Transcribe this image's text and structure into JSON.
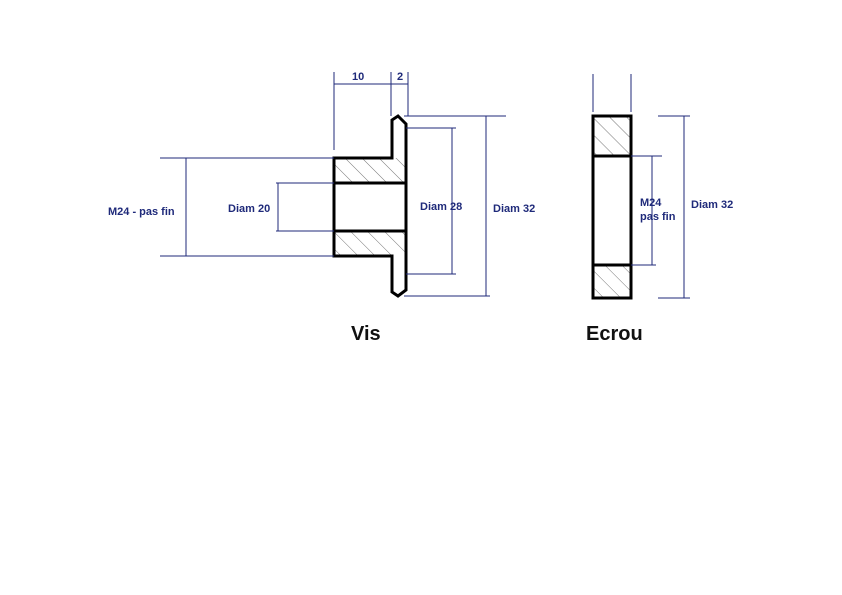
{
  "vis": {
    "title": "Vis",
    "dim_thread": "M24 - pas fin",
    "dim_bore": "Diam 20",
    "dim_diam28": "Diam 28",
    "dim_diam32": "Diam 32",
    "dim_length_10": "10",
    "dim_length_2": "2"
  },
  "ecrou": {
    "title": "Ecrou",
    "dim_thread_line1": "M24",
    "dim_thread_line2": "pas fin",
    "dim_diam32": "Diam 32"
  },
  "colors": {
    "dimension": "#1f2a7a",
    "outline": "#000000",
    "background": "#ffffff"
  }
}
